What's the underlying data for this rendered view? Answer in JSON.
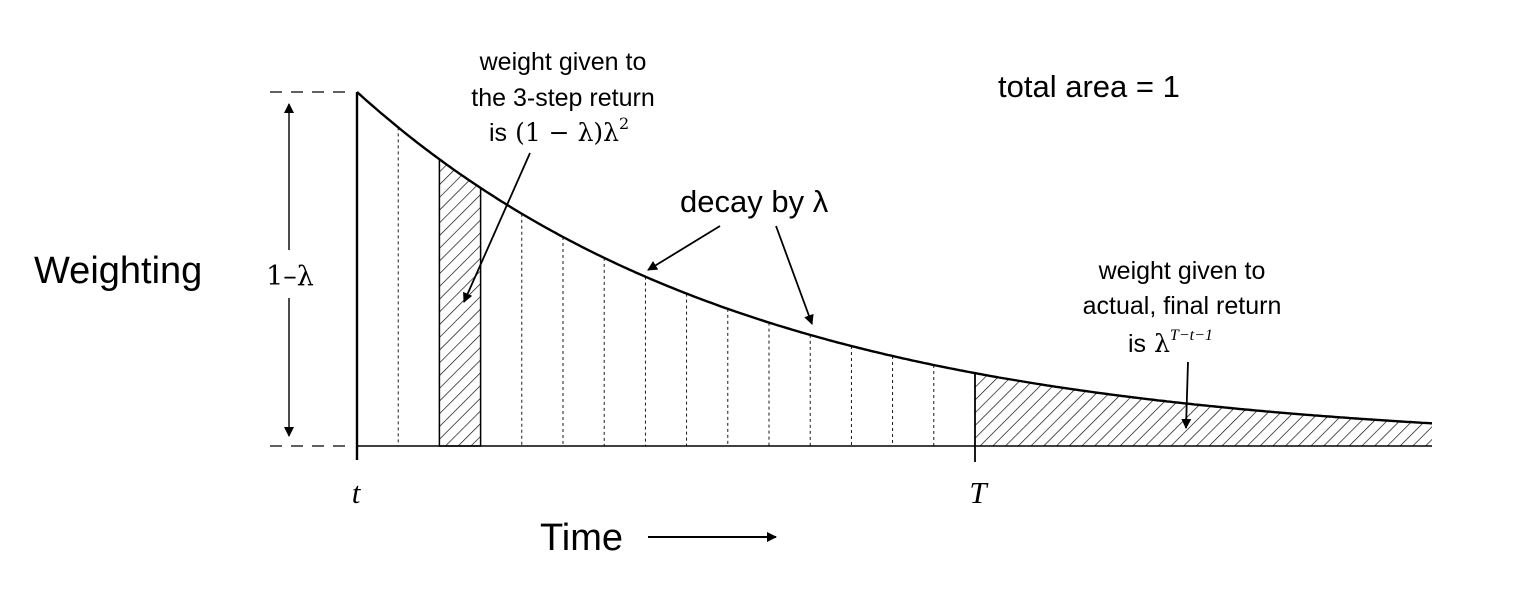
{
  "diagram": {
    "y_axis_label": "Weighting",
    "y_height_label": "1–λ",
    "x_start_label": "t",
    "x_end_label": "T",
    "x_axis_label": "Time",
    "total_area_label": "total area = 1",
    "decay_label": "decay by λ",
    "three_step_note": {
      "line1": "weight given to",
      "line2": "the 3-step return",
      "line3_prefix": "is",
      "formula_open": "(1 − λ)λ",
      "formula_exp": "2"
    },
    "final_note": {
      "line1": "weight given to",
      "line2": "actual, final return",
      "line3_prefix": "is",
      "formula_base": "λ",
      "formula_exp": "T−t−1"
    },
    "lambda": 0.9,
    "num_intervals_before_T": 15,
    "highlighted_step": 3
  }
}
